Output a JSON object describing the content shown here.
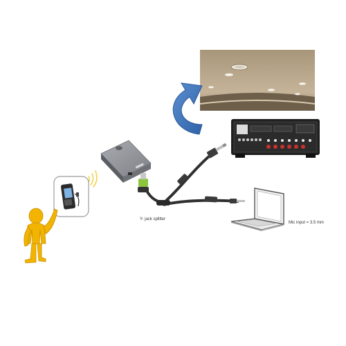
{
  "labels": {
    "splitter": "Y- jack splitter",
    "mic_input": "Mic input = 3.5 mm"
  },
  "icons": {
    "person": "person-figure-icon",
    "phone": "mobile-phone-icon",
    "signal": "wireless-signal-icon",
    "receiver_box": "bluetooth-receiver-icon",
    "splitter": "y-splitter-cable-icon",
    "arrow": "curved-arrow-icon",
    "ceiling": "ceiling-speakers-photo",
    "amplifier": "av-receiver-icon",
    "laptop": "laptop-icon"
  },
  "colors": {
    "person": "#f2b400",
    "arrow": "#3d74b8",
    "cable": "#2f2f2f",
    "jack_accent": "#8cc63f",
    "ceiling": "#b8a58a"
  }
}
